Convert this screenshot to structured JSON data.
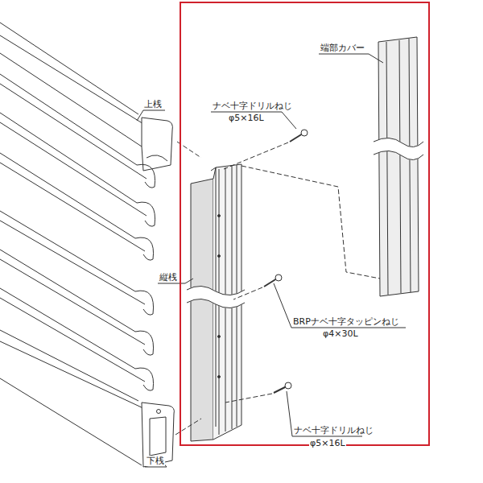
{
  "diagram": {
    "labels": [
      "端部カバー",
      "ナベ十字ドリルねじ",
      "φ5×16L",
      "上桟",
      "縦桟",
      "BRPナベ十字タッピンねじ",
      "φ4×30L",
      "ナベ十字ドリルねじ",
      "φ5×16L",
      "下桟"
    ]
  }
}
